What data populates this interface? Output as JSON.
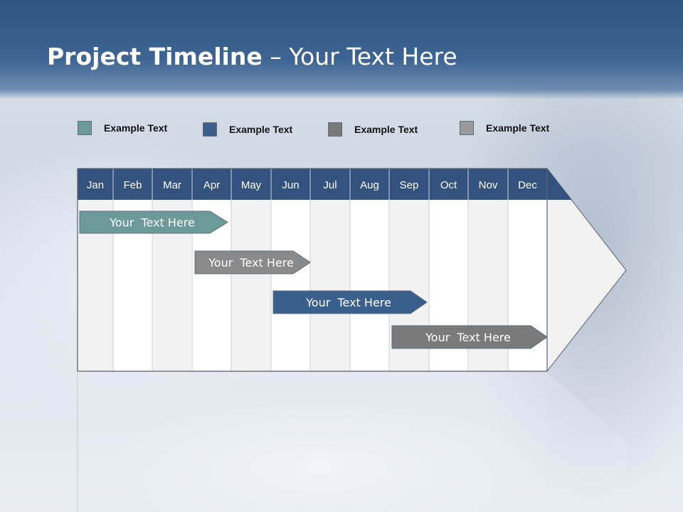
{
  "title": {
    "bold": "Project Timeline",
    "rest": " – Your Text Here"
  },
  "legend": [
    {
      "label": "Example Text",
      "color": "#6b9a98"
    },
    {
      "label": "Example Text",
      "color": "#3a5f8c"
    },
    {
      "label": "Example Text",
      "color": "#7a7a7a"
    },
    {
      "label": "Example Text",
      "color": "#9a9a9a"
    }
  ],
  "months": [
    "Jan",
    "Feb",
    "Mar",
    "Apr",
    "May",
    "Jun",
    "Jul",
    "Aug",
    "Sep",
    "Oct",
    "Nov",
    "Dec"
  ],
  "tasks": [
    {
      "label": "Your  Text Here",
      "color": "#6b9a98"
    },
    {
      "label": "Your  Text Here",
      "color": "#8a8a8a"
    },
    {
      "label": "Your  Text Here",
      "color": "#3a5f8c"
    },
    {
      "label": "Your  Text Here",
      "color": "#7a7a7a"
    }
  ],
  "colors": {
    "header_band": "#2f4f7c",
    "month_header": "#34527e"
  }
}
